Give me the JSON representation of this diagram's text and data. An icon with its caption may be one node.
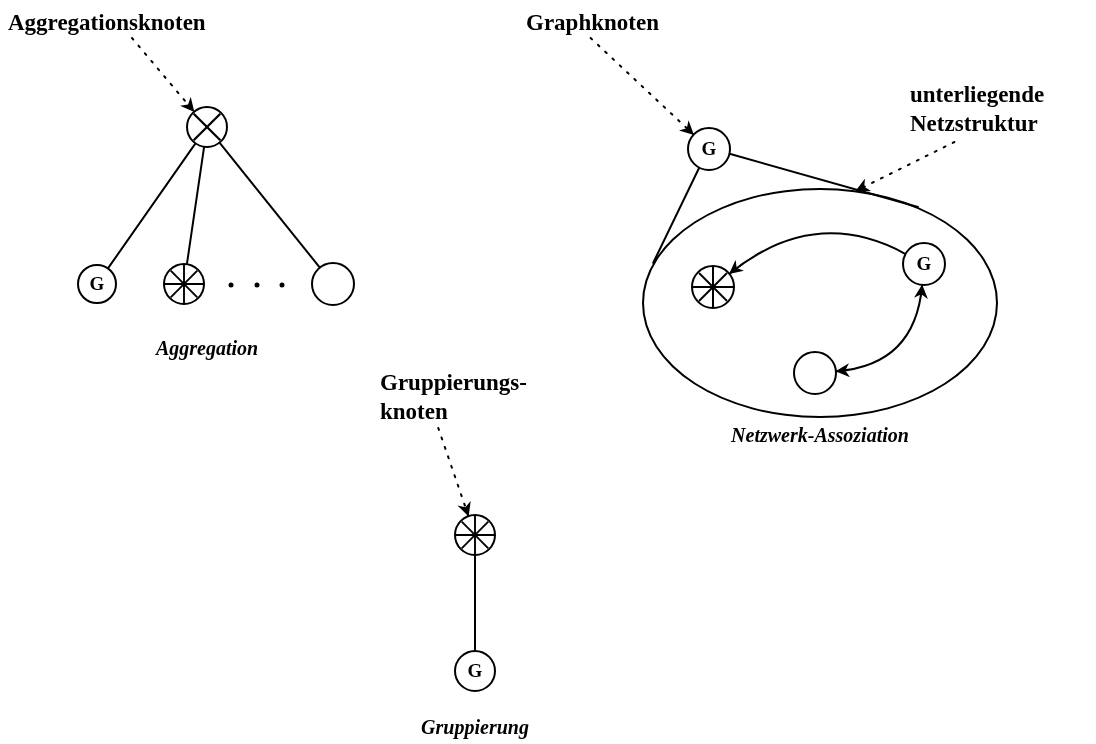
{
  "diagram": {
    "nodes": [
      {
        "text": [
          "Aggregationsknoten"
        ]
      },
      {
        "text": [],
        "shape": "circle"
      },
      {
        "text": [
          "G"
        ]
      },
      {
        "text": [],
        "shape": "circle"
      },
      {
        "text": [],
        "shape": "circle"
      },
      {
        "text": [
          "Graphknoten"
        ]
      },
      {
        "text": [
          "G"
        ]
      },
      {
        "text": [
          "unterliegende Netzstruktur"
        ]
      },
      {
        "text": [],
        "shape": "ellipse"
      },
      {
        "text": [],
        "shape": "circle",
        "in": 8
      },
      {
        "text": [
          "G"
        ],
        "in": 8
      },
      {
        "text": [],
        "shape": "circle",
        "in": 8
      },
      {
        "text": [
          "Gruppierungs- knoten"
        ]
      },
      {
        "text": [],
        "shape": "circle"
      },
      {
        "text": [
          "G"
        ]
      }
    ],
    "edges": [
      {
        "from": 0,
        "to": 1,
        "arrow": "to",
        "style": "dashed"
      },
      {
        "from": 1,
        "to": 2,
        "arrow": "none"
      },
      {
        "from": 1,
        "to": 3,
        "arrow": "none"
      },
      {
        "from": 1,
        "to": 4,
        "arrow": "none"
      },
      {
        "from": 5,
        "to": 6,
        "arrow": "to",
        "style": "dashed"
      },
      {
        "from": 7,
        "to": 8,
        "arrow": "to",
        "style": "dashed"
      },
      {
        "from": 6,
        "to": 8,
        "arrow": "none"
      },
      {
        "from": 6,
        "to": 8,
        "arrow": "none"
      },
      {
        "from": 10,
        "to": 9,
        "arrow": "to"
      },
      {
        "from": 10,
        "to": 11,
        "arrow": "both"
      },
      {
        "from": 12,
        "to": 13,
        "arrow": "to",
        "style": "dashed"
      },
      {
        "from": 13,
        "to": 14,
        "arrow": "none"
      }
    ],
    "labels": [
      "Aggregation",
      "Netzwerk-Assoziation",
      "Gruppierung"
    ]
  }
}
